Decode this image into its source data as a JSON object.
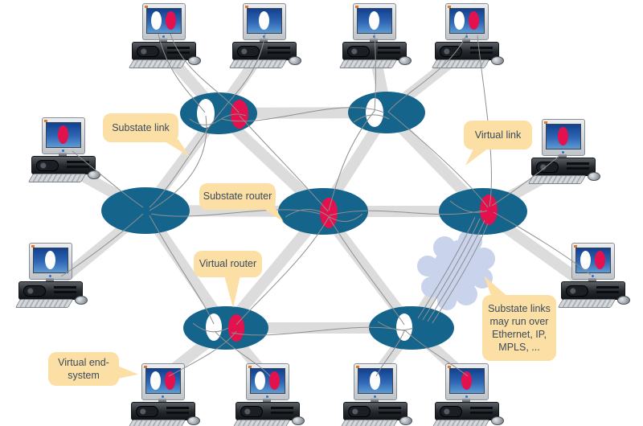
{
  "callouts": [
    {
      "id": "substate-link",
      "text": "Substate link"
    },
    {
      "id": "virtual-link",
      "text": "Virtual link"
    },
    {
      "id": "substate-router",
      "text": "Substate router"
    },
    {
      "id": "virtual-router",
      "text": "Virtual router"
    },
    {
      "id": "virtual-end-system",
      "text": "Virtual end-system"
    },
    {
      "id": "substate-links-note",
      "text": "Substate links may run over Ethernet, IP, MPLS, ..."
    }
  ],
  "colors": {
    "substrate_router": "#15648C",
    "virtual_router": "#E3114E",
    "virtual_node_white": "#FFFFFF",
    "substrate_link": "#DCDCDC",
    "virtual_link": "#8F8F8F",
    "callout_fill": "#FBDFA4",
    "callout_text": "#3B4A5C",
    "cloud": "#C9D3EC",
    "screen_blue": "#2F66B5"
  },
  "routers": [
    {
      "id": "top-left",
      "ovals": [
        "white",
        "red"
      ]
    },
    {
      "id": "top-right",
      "ovals": [
        "white"
      ]
    },
    {
      "id": "left",
      "ovals": []
    },
    {
      "id": "center",
      "ovals": [
        "red"
      ]
    },
    {
      "id": "right",
      "ovals": [
        "red"
      ]
    },
    {
      "id": "bottom-left",
      "ovals": [
        "white",
        "red"
      ]
    },
    {
      "id": "bottom-right",
      "ovals": [
        "white"
      ]
    }
  ],
  "computers": [
    {
      "position": "top-1",
      "screen_ovals": [
        "white",
        "red"
      ]
    },
    {
      "position": "top-2",
      "screen_ovals": [
        "white"
      ]
    },
    {
      "position": "top-3",
      "screen_ovals": [
        "white"
      ]
    },
    {
      "position": "top-4",
      "screen_ovals": [
        "white",
        "red"
      ]
    },
    {
      "position": "left-1",
      "screen_ovals": [
        "red"
      ]
    },
    {
      "position": "left-2",
      "screen_ovals": [
        "white"
      ]
    },
    {
      "position": "right-1",
      "screen_ovals": [
        "red"
      ]
    },
    {
      "position": "right-2",
      "screen_ovals": [
        "white",
        "red"
      ]
    },
    {
      "position": "bottom-1",
      "screen_ovals": [
        "white",
        "red"
      ]
    },
    {
      "position": "bottom-2",
      "screen_ovals": [
        "white",
        "red"
      ]
    },
    {
      "position": "bottom-3",
      "screen_ovals": [
        "white"
      ]
    },
    {
      "position": "bottom-4",
      "screen_ovals": [
        "red"
      ]
    }
  ],
  "icons": {
    "computer": "desktop-pc-with-monitor-keyboard-mouse",
    "router": "teal-ellipse-substrate-router",
    "cloud": "light-blue-cloud"
  }
}
